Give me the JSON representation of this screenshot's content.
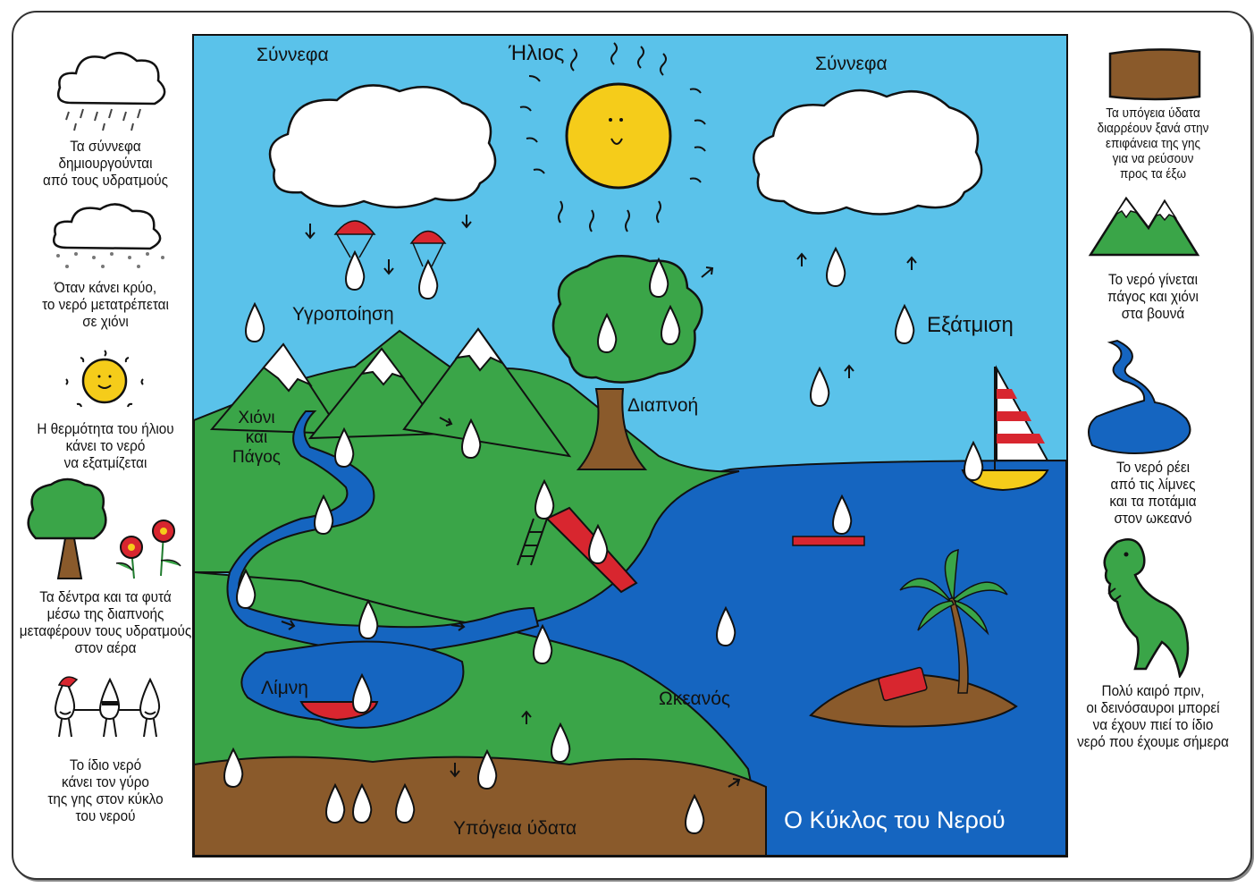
{
  "diagram": {
    "title": "Ο Κύκλος του Νερού",
    "labels": {
      "clouds_left": "Σύννεφα",
      "sun": "Ήλιος",
      "clouds_right": "Σύννεφα",
      "condensation": "Υγροποίηση",
      "evaporation": "Εξάτμιση",
      "transpiration": "Διαπνοή",
      "snow_ice": [
        "Χιόνι",
        "και",
        "Πάγος"
      ],
      "lake": "Λίμνη",
      "ocean": "Ωκεανός",
      "groundwater": "Υπόγεια ύδατα"
    }
  },
  "left_panel": [
    {
      "icon": "raining-cloud-icon",
      "lines": [
        "Τα σύννεφα",
        "δημιουργούνται",
        "από τους υδρατμούς"
      ]
    },
    {
      "icon": "snowing-cloud-icon",
      "lines": [
        "Όταν κάνει κρύο,",
        "το νερό μετατρέπεται",
        "σε χιόνι"
      ]
    },
    {
      "icon": "sun-icon",
      "lines": [
        "Η θερμότητα του ήλιου",
        "κάνει το νερό",
        "να εξατμίζεται"
      ]
    },
    {
      "icon": "tree-and-flowers-icon",
      "lines": [
        "Τα δέντρα και τα φυτά",
        "μέσω της διαπνοής",
        "μεταφέρουν τους υδρατμούς",
        "στον αέρα"
      ]
    },
    {
      "icon": "water-drops-friends-icon",
      "lines": [
        "Το ίδιο νερό",
        "κάνει τον γύρο",
        "της γης στον κύκλο",
        "του νερού"
      ]
    }
  ],
  "right_panel": [
    {
      "icon": "soil-block-icon",
      "lines": [
        "Τα υπόγεια ύδατα",
        "διαρρέουν ξανά στην",
        "επιφάνεια της γης",
        "για να ρεύσουν",
        "προς τα έξω"
      ]
    },
    {
      "icon": "snowy-mountain-icon",
      "lines": [
        "Το νερό γίνεται",
        "πάγος και χιόνι",
        "στα βουνά"
      ]
    },
    {
      "icon": "river-lake-icon",
      "lines": [
        "Το νερό ρέει",
        "από τις λίμνες",
        "και τα ποτάμια",
        "στον ωκεανό"
      ]
    },
    {
      "icon": "dinosaur-icon",
      "lines": [
        "Πολύ καιρό πριν,",
        "οι δεινόσαυροι μπορεί",
        "να έχουν πιεί το ίδιο",
        "νερό που έχουμε σήμερα"
      ]
    }
  ],
  "colors": {
    "sky": "#5ac2ea",
    "ocean": "#1565c0",
    "land": "#3aa548",
    "soil": "#8a5a2b",
    "sun": "#f5cc1a",
    "red": "#d8262f",
    "dino": "#3aa548"
  }
}
